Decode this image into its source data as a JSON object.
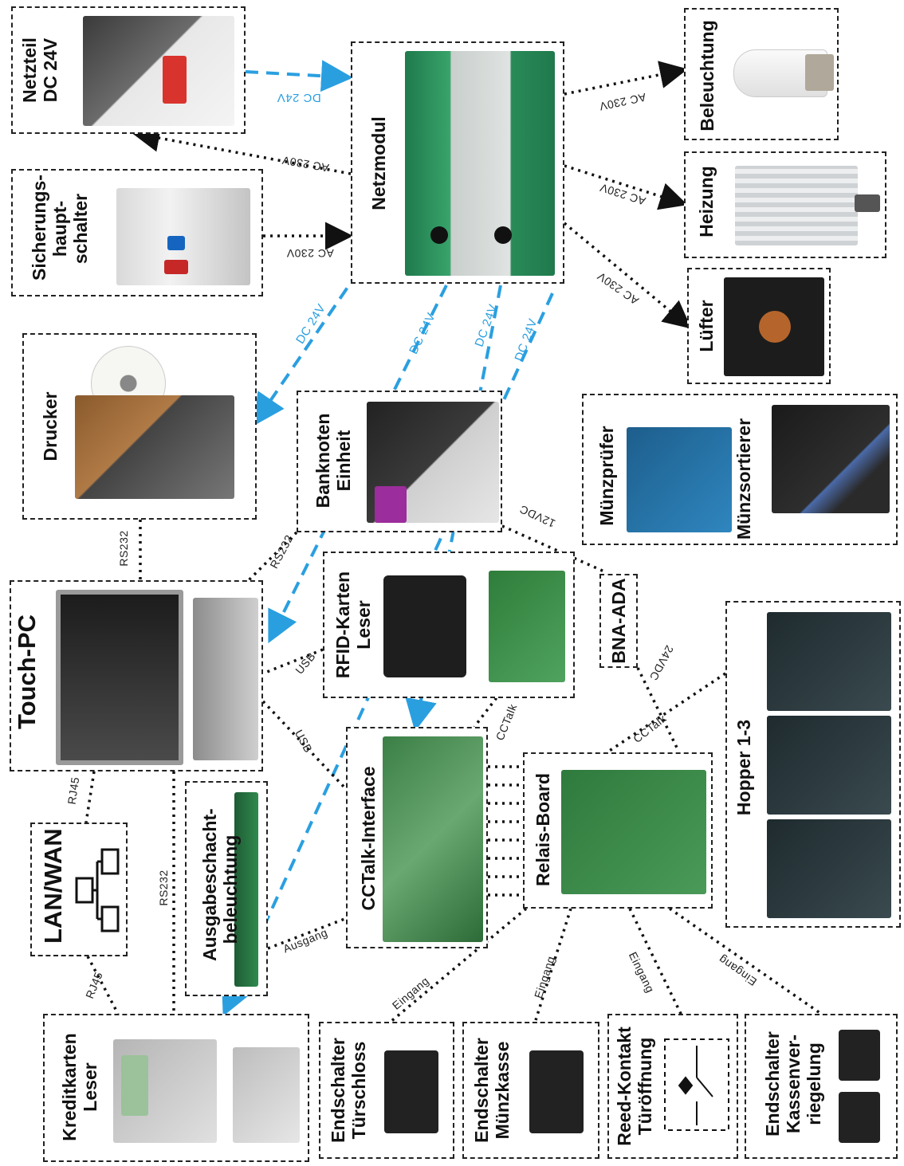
{
  "colors": {
    "dc_wire": "#2a9fe0",
    "ac_wire": "#111111",
    "box_border": "#222222"
  },
  "components": {
    "netzteil": "Netzteil\nDC 24V",
    "netzmodul": "Netzmodul",
    "sicherung": "Sicherungs-\nhaupt-\nschalter",
    "beleuchtung": "Beleuchtung",
    "heizung": "Heizung",
    "luefter": "Lüfter",
    "drucker": "Drucker",
    "banknoten": "Banknoten\nEinheit",
    "muenzpruefer": "Münzprüfer",
    "muenzsortierer": "Münzsortierer",
    "touch_pc": "Touch-PC",
    "rfid": "RFID-Karten\nLeser",
    "bna_ada": "BNA-ADA",
    "hopper": "Hopper 1-3",
    "lan_wan": "LAN/WAN",
    "ausgabe": "Ausgabeschacht-\nbeleuchtung",
    "cctalk_interface": "CCTalk-Interface",
    "relais": "Relais-Board",
    "kreditkarten": "Kreditkarten\nLeser",
    "endschalter_tuer": "Endschalter\nTürschloss",
    "endschalter_muenz": "Endschalter\nMünzkasse",
    "reed": "Reed-Kontakt\nTüröffnung",
    "endschalter_kasse": "Endschalter\nKassenver-\nriegelung"
  },
  "connections": {
    "dc24v": "DC 24V",
    "ac230v": "AC 230V",
    "rs232": "RS232",
    "usb": "USB",
    "cctalk": "CCTalk",
    "vdc12": "12VDC",
    "vdc24": "24VDC",
    "rj45": "RJ45",
    "ausgang": "Ausgang",
    "eingang": "Eingang"
  }
}
